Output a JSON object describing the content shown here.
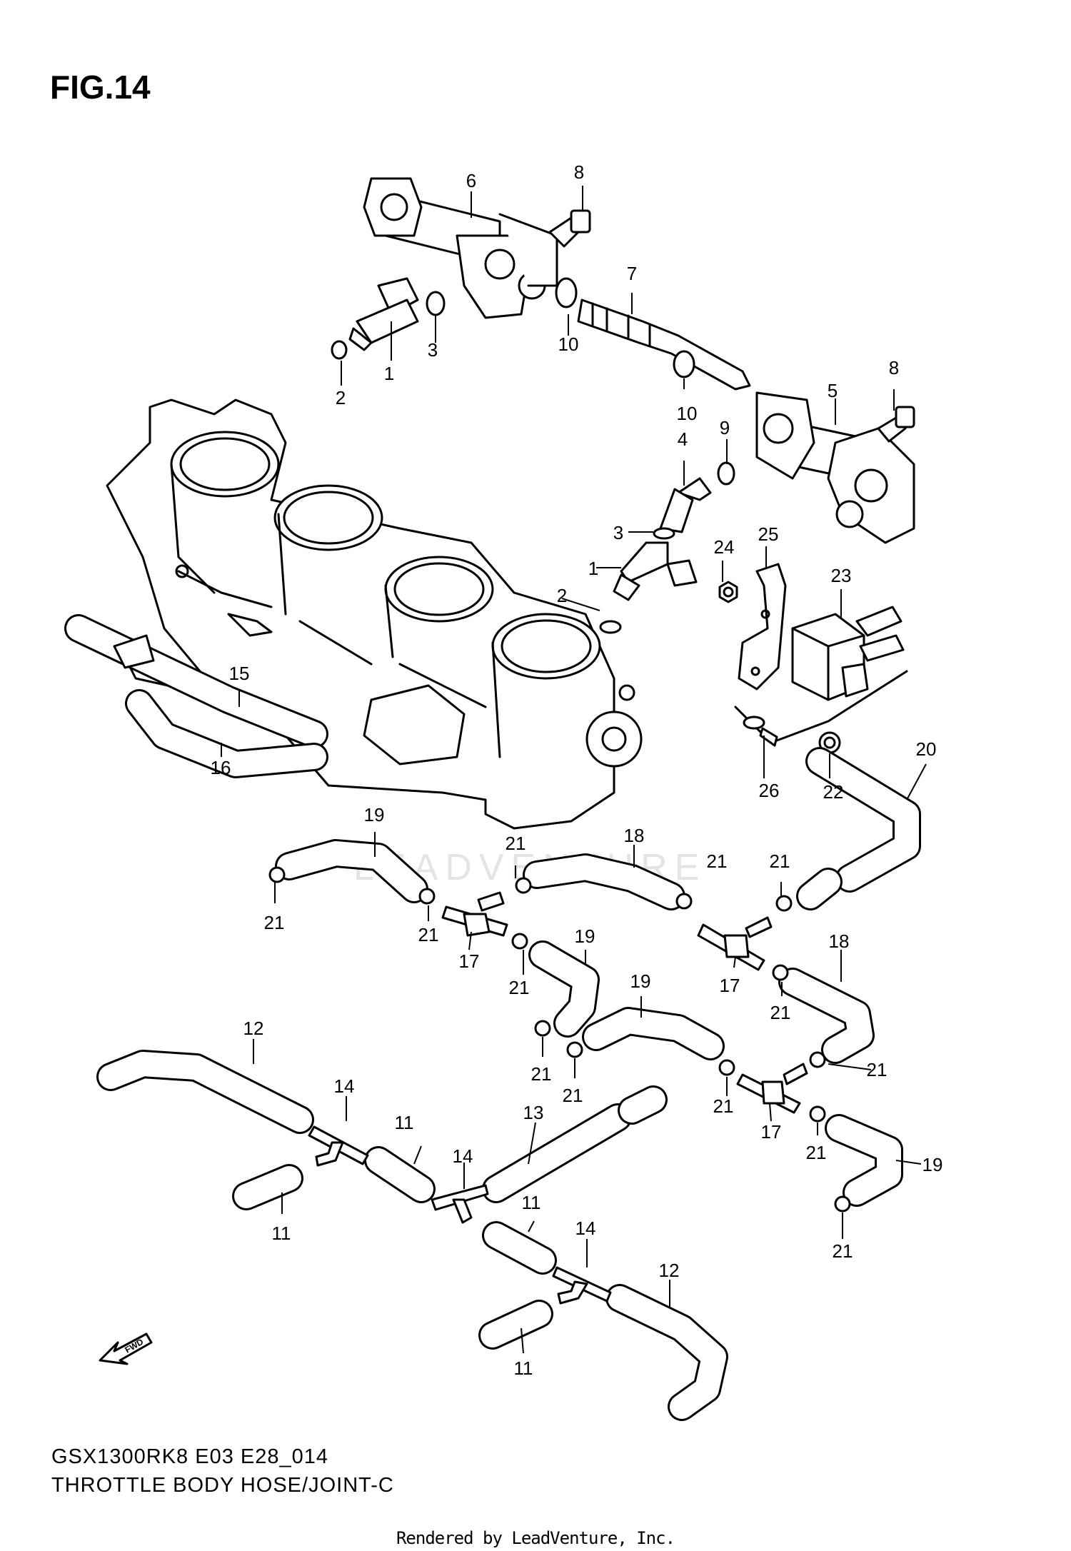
{
  "figure": {
    "title": "FIG.14",
    "model_code": "GSX1300RK8 E03 E28_014",
    "caption": "THROTTLE BODY HOSE/JOINT-C",
    "watermark": "LEADVENTURE",
    "direction_label": "FWD",
    "footer": "Rendered by LeadVenture, Inc."
  },
  "callouts": [
    {
      "id": "c8a",
      "label": "8"
    },
    {
      "id": "c6",
      "label": "6"
    },
    {
      "id": "c7",
      "label": "7"
    },
    {
      "id": "c3a",
      "label": "3"
    },
    {
      "id": "c1a",
      "label": "1"
    },
    {
      "id": "c2a",
      "label": "2"
    },
    {
      "id": "c10a",
      "label": "10"
    },
    {
      "id": "c10b",
      "label": "10"
    },
    {
      "id": "c8b",
      "label": "8"
    },
    {
      "id": "c5",
      "label": "5"
    },
    {
      "id": "c9",
      "label": "9"
    },
    {
      "id": "c4",
      "label": "4"
    },
    {
      "id": "c3b",
      "label": "3"
    },
    {
      "id": "c1b",
      "label": "1"
    },
    {
      "id": "c2b",
      "label": "2"
    },
    {
      "id": "c24",
      "label": "24"
    },
    {
      "id": "c25",
      "label": "25"
    },
    {
      "id": "c23",
      "label": "23"
    },
    {
      "id": "c15",
      "label": "15"
    },
    {
      "id": "c16",
      "label": "16"
    },
    {
      "id": "c26",
      "label": "26"
    },
    {
      "id": "c22",
      "label": "22"
    },
    {
      "id": "c20",
      "label": "20"
    },
    {
      "id": "c19a",
      "label": "19"
    },
    {
      "id": "c21a",
      "label": "21"
    },
    {
      "id": "c18a",
      "label": "18"
    },
    {
      "id": "c21b",
      "label": "21"
    },
    {
      "id": "c21c",
      "label": "21"
    },
    {
      "id": "c21d",
      "label": "21"
    },
    {
      "id": "c21e",
      "label": "21"
    },
    {
      "id": "c17a",
      "label": "17"
    },
    {
      "id": "c19b",
      "label": "19"
    },
    {
      "id": "c21f",
      "label": "21"
    },
    {
      "id": "c17b",
      "label": "17"
    },
    {
      "id": "c18b",
      "label": "18"
    },
    {
      "id": "c21g",
      "label": "21"
    },
    {
      "id": "c19c",
      "label": "19"
    },
    {
      "id": "c12a",
      "label": "12"
    },
    {
      "id": "c21h",
      "label": "21"
    },
    {
      "id": "c21i",
      "label": "21"
    },
    {
      "id": "c21j",
      "label": "21"
    },
    {
      "id": "c14a",
      "label": "14"
    },
    {
      "id": "c11a",
      "label": "11"
    },
    {
      "id": "c13",
      "label": "13"
    },
    {
      "id": "c21k",
      "label": "21"
    },
    {
      "id": "c17c",
      "label": "17"
    },
    {
      "id": "c21l",
      "label": "21"
    },
    {
      "id": "c19d",
      "label": "19"
    },
    {
      "id": "c11b",
      "label": "11"
    },
    {
      "id": "c14b",
      "label": "14"
    },
    {
      "id": "c11c",
      "label": "11"
    },
    {
      "id": "c14c",
      "label": "14"
    },
    {
      "id": "c21m",
      "label": "21"
    },
    {
      "id": "c12b",
      "label": "12"
    },
    {
      "id": "c11d",
      "label": "11"
    }
  ]
}
